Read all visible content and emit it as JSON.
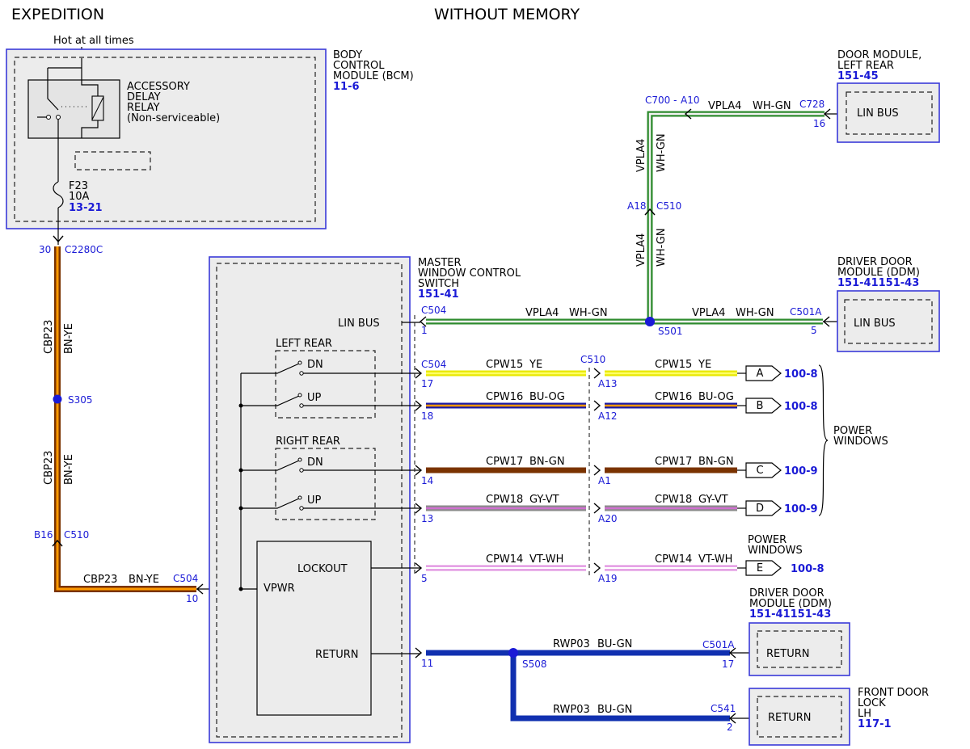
{
  "header": {
    "left": "EXPEDITION",
    "center": "WITHOUT MEMORY"
  },
  "colors": {
    "BN-YE": [
      "#7a3300",
      "#ff9900"
    ],
    "WH-GN": [
      "#2e8b2e",
      "#f2f2f2"
    ],
    "YE": [
      "#e8e800",
      "#ffff66"
    ],
    "BU-OG": [
      "#1a1aa6",
      "#ff9900"
    ],
    "BN-GN": [
      "#7a3300",
      "#7a3300"
    ],
    "GY-VT": [
      "#8a8a8a",
      "#d070d0"
    ],
    "VT-WH": [
      "#e090e0",
      "#ffffff"
    ],
    "BU-GN": [
      "#1030b0",
      "#1030b0"
    ]
  },
  "bcm": {
    "hot": "Hot at all times",
    "title": [
      "BODY",
      "CONTROL",
      "MODULE (BCM)"
    ],
    "ref": "11-6",
    "relay": [
      "ACCESSORY",
      "DELAY",
      "RELAY",
      "(Non-serviceable)"
    ],
    "fuse": "F23",
    "fuse_amp": "10A",
    "fuse_ref": "13-21",
    "pin": "30",
    "connector": "C2280C"
  },
  "left_feed": {
    "circuit": "CBP23",
    "color": "BN-YE",
    "splice": "S305",
    "pin_b": "B16",
    "conn_b": "C510",
    "conn_c": "C504",
    "pin_c": "10"
  },
  "mwcs": {
    "title": [
      "MASTER",
      "WINDOW CONTROL",
      "SWITCH"
    ],
    "ref": "151-41",
    "lin_label": "LIN BUS",
    "left_rear": "LEFT REAR",
    "right_rear": "RIGHT REAR",
    "dn": "DN",
    "up": "UP",
    "lockout": "LOCKOUT",
    "vpwr": "VPWR",
    "return": "RETURN"
  },
  "lin": {
    "circuit": "VPLA4",
    "color": "WH-GN",
    "c504": "C504",
    "pin_c504": "1",
    "splice": "S501",
    "c501a": "C501A",
    "pin_c501a": "5",
    "c510": "C510",
    "pin_a18": "A18",
    "c700": "C700 -",
    "pin_a10": "A10",
    "c728": "C728",
    "pin_c728": "16"
  },
  "lr_module": {
    "title": [
      "DOOR MODULE,",
      "LEFT REAR"
    ],
    "ref": "151-45",
    "inner": "LIN BUS"
  },
  "ddm_top": {
    "title": [
      "DRIVER DOOR",
      "MODULE (DDM)"
    ],
    "ref": "151-41151-43",
    "inner": "LIN BUS"
  },
  "ddm_bottom": {
    "title": [
      "DRIVER DOOR",
      "MODULE (DDM)"
    ],
    "ref": "151-41151-43",
    "inner": "RETURN"
  },
  "door_lock": {
    "title": [
      "FRONT DOOR",
      "LOCK",
      "LH"
    ],
    "ref": "117-1",
    "inner": "RETURN"
  },
  "conn_labels": {
    "c504": "C504",
    "c510": "C510"
  },
  "window_wires": [
    {
      "circuit": "CPW15",
      "color": "YE",
      "pin": "17",
      "pin_c510": "A13",
      "letter": "A",
      "ref": "100-8"
    },
    {
      "circuit": "CPW16",
      "color": "BU-OG",
      "pin": "18",
      "pin_c510": "A12",
      "letter": "B",
      "ref": "100-8"
    },
    {
      "circuit": "CPW17",
      "color": "BN-GN",
      "pin": "14",
      "pin_c510": "A1",
      "letter": "C",
      "ref": "100-9"
    },
    {
      "circuit": "CPW18",
      "color": "GY-VT",
      "pin": "13",
      "pin_c510": "A20",
      "letter": "D",
      "ref": "100-9"
    },
    {
      "circuit": "CPW14",
      "color": "VT-WH",
      "pin": "5",
      "pin_c510": "A19",
      "letter": "E",
      "ref": "100-8"
    }
  ],
  "power_windows_brace": [
    "POWER",
    "WINDOWS"
  ],
  "power_windows_e": [
    "POWER",
    "WINDOWS"
  ],
  "return_wire": {
    "circuit": "RWP03",
    "color": "BU-GN",
    "pin": "11",
    "splice": "S508",
    "c501a": "C501A",
    "pin_c501a": "17",
    "c541": "C541",
    "pin_c541": "2"
  }
}
